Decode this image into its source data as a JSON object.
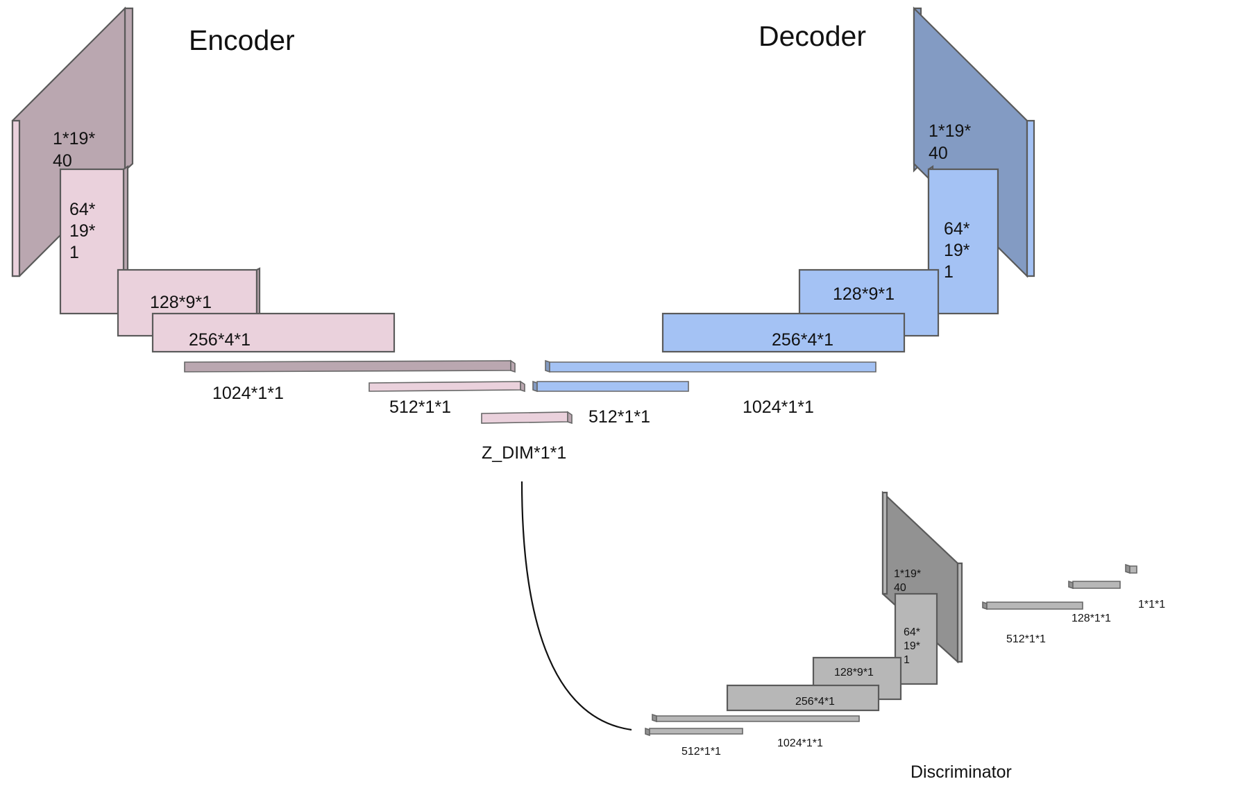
{
  "titles": {
    "encoder": "Encoder",
    "decoder": "Decoder",
    "discriminator": "Discriminator"
  },
  "encoder": {
    "layers": [
      "1*19*\n40",
      "64*\n19*\n1",
      "128*9*1",
      "256*4*1",
      "1024*1*1",
      "512*1*1"
    ],
    "latent": "Z_DIM*1*1"
  },
  "decoder": {
    "layers": [
      "512*1*1",
      "1024*1*1",
      "256*4*1",
      "128*9*1",
      "64*\n19*\n1",
      "1*19*\n40"
    ]
  },
  "discriminator": {
    "layers": [
      "512*1*1",
      "1024*1*1",
      "256*4*1",
      "128*9*1",
      "64*\n19*\n1",
      "1*19*\n40",
      "512*1*1",
      "128*1*1",
      "1*1*1"
    ]
  },
  "colors": {
    "encoder_face": "#ead1dc",
    "encoder_side": "#baa7b0",
    "decoder_face": "#a4c2f4",
    "decoder_side": "#839bc3",
    "discriminator_face": "#b7b7b7",
    "discriminator_side": "#929292",
    "outline": "#595959"
  }
}
